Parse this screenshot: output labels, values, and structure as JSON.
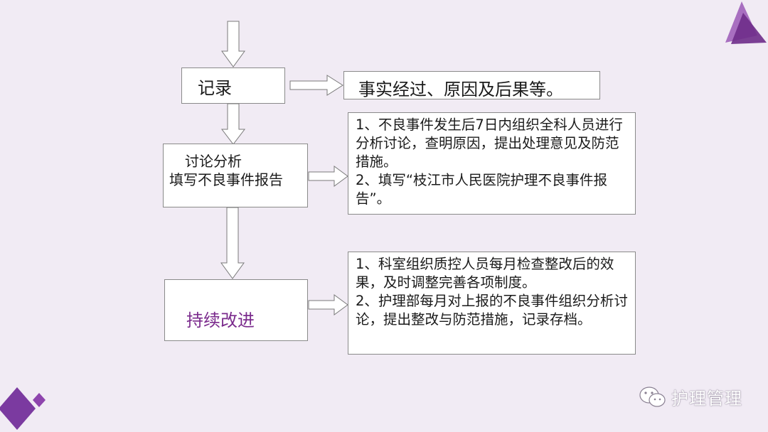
{
  "flow": {
    "record": {
      "label": "记录"
    },
    "record_detail": {
      "text": "事实经过、原因及后果等。"
    },
    "discuss": {
      "line1": "讨论分析",
      "line2": "填写不良事件报告"
    },
    "discuss_detail": {
      "item1": "1、不良事件发生后7日内组织全科人员进行分析讨论，查明原因，提出处理意见及防范措施。",
      "item2": "2、填写“枝江市人民医院护理不良事件报告”。"
    },
    "improve": {
      "label": "持续改进",
      "color": "#7a2a8c"
    },
    "improve_detail": {
      "item1": "1、科室组织质控人员每月检查整改后的效果，及时调整完善各项制度。",
      "item2": "2、护理部每月对上报的不良事件组织分析讨论，提出整改与防范措施，记录存档。"
    }
  },
  "watermark": {
    "icon": "wechat-icon",
    "text": "护理管理"
  },
  "colors": {
    "background": "#f1ebf4",
    "accent_purple": "#7b3aa0",
    "arrow_stroke": "#7a7a7a"
  }
}
